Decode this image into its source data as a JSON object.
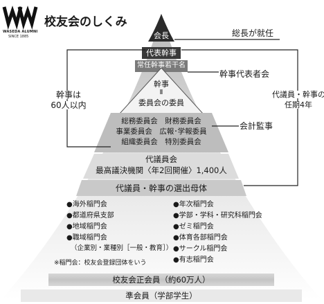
{
  "brand": {
    "logo_letters": "W",
    "logo_line1": "WASEDA ALUMNI",
    "logo_line2": "SINCE 1885",
    "title": "校友会のしくみ"
  },
  "pyramid": {
    "kaicho": "会長",
    "daihyo_kanji": "代表幹事",
    "joumu_kanji": "常任幹事若干名",
    "kanji_line1": "幹事",
    "kanji_line2": "Ⅱ",
    "kanji_line3": "委員会の委員",
    "committees_row1": "総務委員会　財務委員会",
    "committees_row2": "事業委員会　広報･学報委員",
    "committees_row3": "組織委員会　特別委員会",
    "daigiin_title": "代議員会",
    "daigiin_sub": "最高議決機関〈年2回開催〉1,400人",
    "senshutsu": "代議員・幹事の選出母体",
    "left_list": [
      "●海外稲門会",
      "●都道府県支部",
      "●地域稲門会",
      "●職域稲門会"
    ],
    "left_note": "（企業別・業種別［一般・教育］）",
    "footnote": "※稲門会：校友会登録団体をいう",
    "right_list": [
      "●年次稲門会",
      "●学部・学科・研究科稲門会",
      "●ゼミ稲門会",
      "●体育各部稲門会",
      "●サークル稲門会",
      "●有志稲門会"
    ],
    "seikaiin": "校友会正会員（約60万人）",
    "junkaiin": "準会員（学部学生）"
  },
  "annotations": {
    "socho": "総長が就任",
    "kanji_daihyo": "幹事代表者会",
    "kaikei": "会計監事",
    "left_count_line1": "幹事は",
    "left_count_line2": "60人以内",
    "right_term_line1": "代議員・幹事の",
    "right_term_line2": "任期4年"
  }
}
